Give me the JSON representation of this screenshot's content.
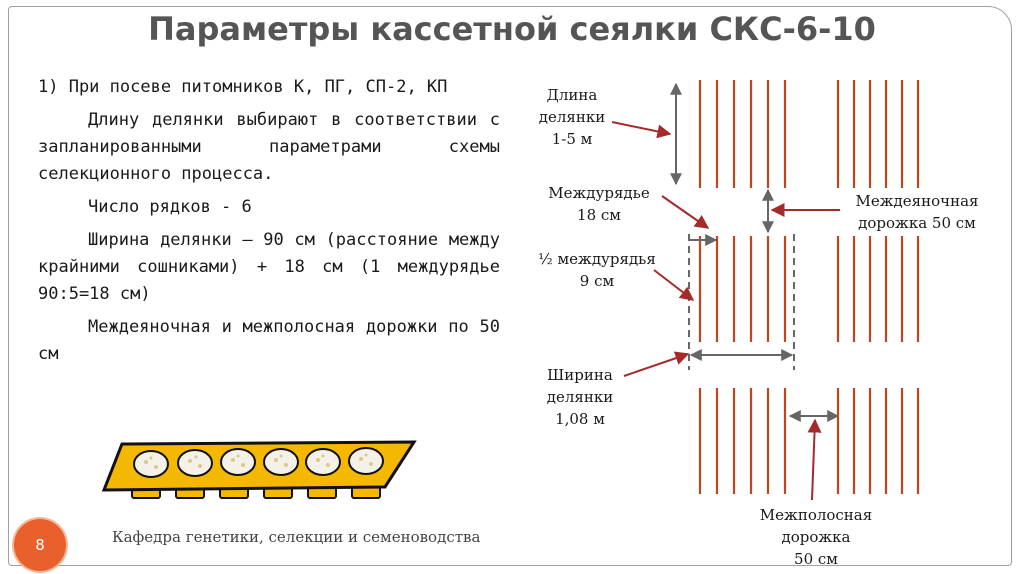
{
  "slide": {
    "title": "Параметры кассетной сеялки СКС-6-10",
    "page_number": "8",
    "footer": "Кафедра генетики, селекции и семеноводства"
  },
  "body": {
    "p1": "1) При посеве питомников К, ПГ, СП-2, КП",
    "p2": "Длину делянки выбирают в соответствии с запланированными параметрами схемы селекционного процесса.",
    "p3": "Число рядков - 6",
    "p4": "Ширина делянки – 90 см (расстояние между крайними сошниками) + 18 см (1 междурядье 90:5=18 см)",
    "p5": "Междеяночная и межполосная дорожки по 50 см"
  },
  "diagram": {
    "labels": {
      "plot_length": [
        "Длина",
        "делянки",
        "1-5 м"
      ],
      "row_spacing": [
        "Междурядье",
        "18 см"
      ],
      "plot_path": [
        "Междеяночная",
        "дорожка 50 см"
      ],
      "half_spacing": [
        "½ междурядья",
        "9 см"
      ],
      "plot_width": [
        "Ширина",
        "делянки",
        "1,08 м"
      ],
      "strip_path": [
        "Межполосная",
        "дорожка",
        "50 см"
      ]
    },
    "colors": {
      "rows": "#c0461e",
      "arrow": "#a52a2a",
      "dimension": "#666666",
      "cassette": "#f5b800"
    }
  }
}
